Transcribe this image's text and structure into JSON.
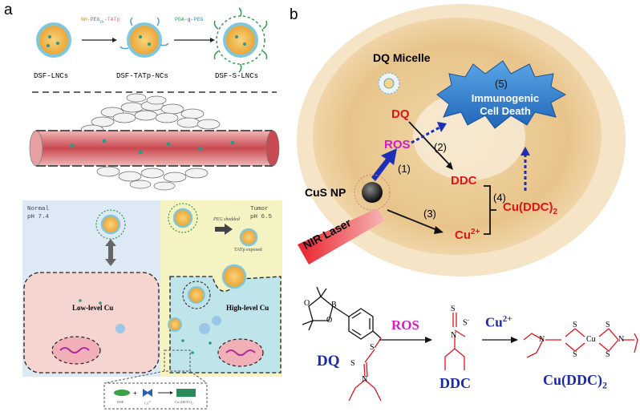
{
  "panel_a": {
    "letter": "a",
    "reagent1": {
      "part1": "NH-",
      "part2": "PEG",
      "sub": "2k",
      "part3": "-TATp"
    },
    "reagent2": {
      "part1": "PGA-",
      "part2": "g",
      "part3": "-PEG"
    },
    "labels": [
      "DSF-LNCs",
      "DSF-TATp-NCs",
      "DSF-S-LNCs"
    ],
    "normal": {
      "line1": "Normal",
      "line2": "pH 7.4"
    },
    "tumor": {
      "line1": "Tumor",
      "line2": "pH 6.5"
    },
    "peg_shedded": "PEG shedded",
    "tatp_exposed": "TATp exposed",
    "low_cu": "Low-level Cu",
    "high_cu": "High-level Cu",
    "inset": {
      "dsf": "DSF",
      "cu": "Cu",
      "cu_sup": "2+",
      "product": "Cu (DETC)",
      "product_sub": "2"
    },
    "colors": {
      "normal_bg": "#dde9f4",
      "tumor_bg": "#f5f3c2",
      "normal_cell": "#f6d5d1",
      "tumor_cell": "#bfe4ea",
      "vessel": "#c9545a"
    }
  },
  "panel_b": {
    "letter": "b",
    "dq_micelle": "DQ Micelle",
    "icd_number": "(5)",
    "icd_line1": "Immunogenic",
    "icd_line2": "Cell Death",
    "dq": "DQ",
    "ros": "ROS",
    "step1": "(1)",
    "step2": "(2)",
    "step3": "(3)",
    "step4": "(4)",
    "ddc": "DDC",
    "cu_ddc": "Cu(DDC)",
    "cu_ddc_sub": "2",
    "cus_np": "CuS NP",
    "cu2": "Cu",
    "cu2_sup": "2+",
    "nir_laser": "NIR Laser",
    "colors": {
      "red_text": "#e0141b",
      "ros": "#d51cc8",
      "blue_arrow": "#1b2fb8",
      "icd": "#2f7fd0"
    }
  },
  "scheme": {
    "boron": "B",
    "oxygen": "O",
    "sulfur": "S",
    "sulfur_minus": "S",
    "minus": "-",
    "nitrogen": "N",
    "copper": "Cu",
    "dq": "DQ",
    "ros": "ROS",
    "cu2": "Cu",
    "cu2_sup": "2+",
    "ddc": "DDC",
    "cu_ddc": "Cu(DDC)",
    "cu_ddc_sub": "2",
    "colors": {
      "label": "#1a2aa8",
      "ros": "#d51cc8",
      "bond": "#e0141b"
    }
  }
}
